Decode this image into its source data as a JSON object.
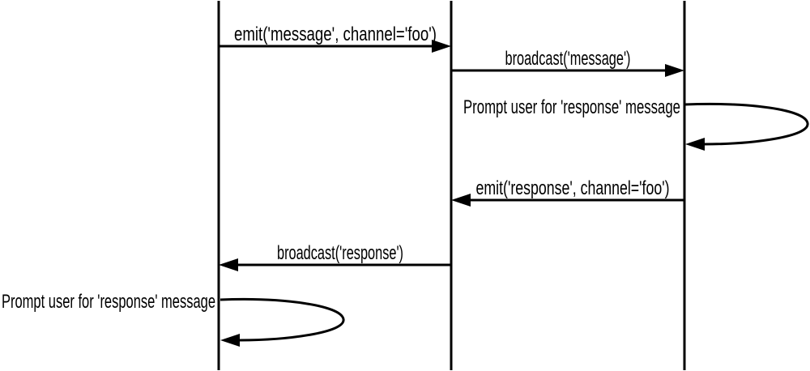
{
  "diagram": {
    "type": "sequence-diagram",
    "background_color": "#ffffff",
    "line_color": "#000000",
    "lifelines": {
      "count": 3,
      "left": "lifeline-left",
      "middle": "lifeline-middle",
      "right": "lifeline-right"
    },
    "messages": [
      {
        "label": "emit('message', channel='foo')",
        "from": "left",
        "to": "middle",
        "kind": "arrow"
      },
      {
        "label": "broadcast('message')",
        "from": "middle",
        "to": "right",
        "kind": "arrow"
      },
      {
        "label": "Prompt user for 'response' message",
        "from": "right",
        "to": "right",
        "kind": "self-loop"
      },
      {
        "label": "emit('response', channel='foo')",
        "from": "right",
        "to": "middle",
        "kind": "arrow"
      },
      {
        "label": "broadcast('response')",
        "from": "middle",
        "to": "left",
        "kind": "arrow"
      },
      {
        "label": "Prompt user for 'response' message",
        "from": "left",
        "to": "left",
        "kind": "self-loop"
      }
    ]
  }
}
